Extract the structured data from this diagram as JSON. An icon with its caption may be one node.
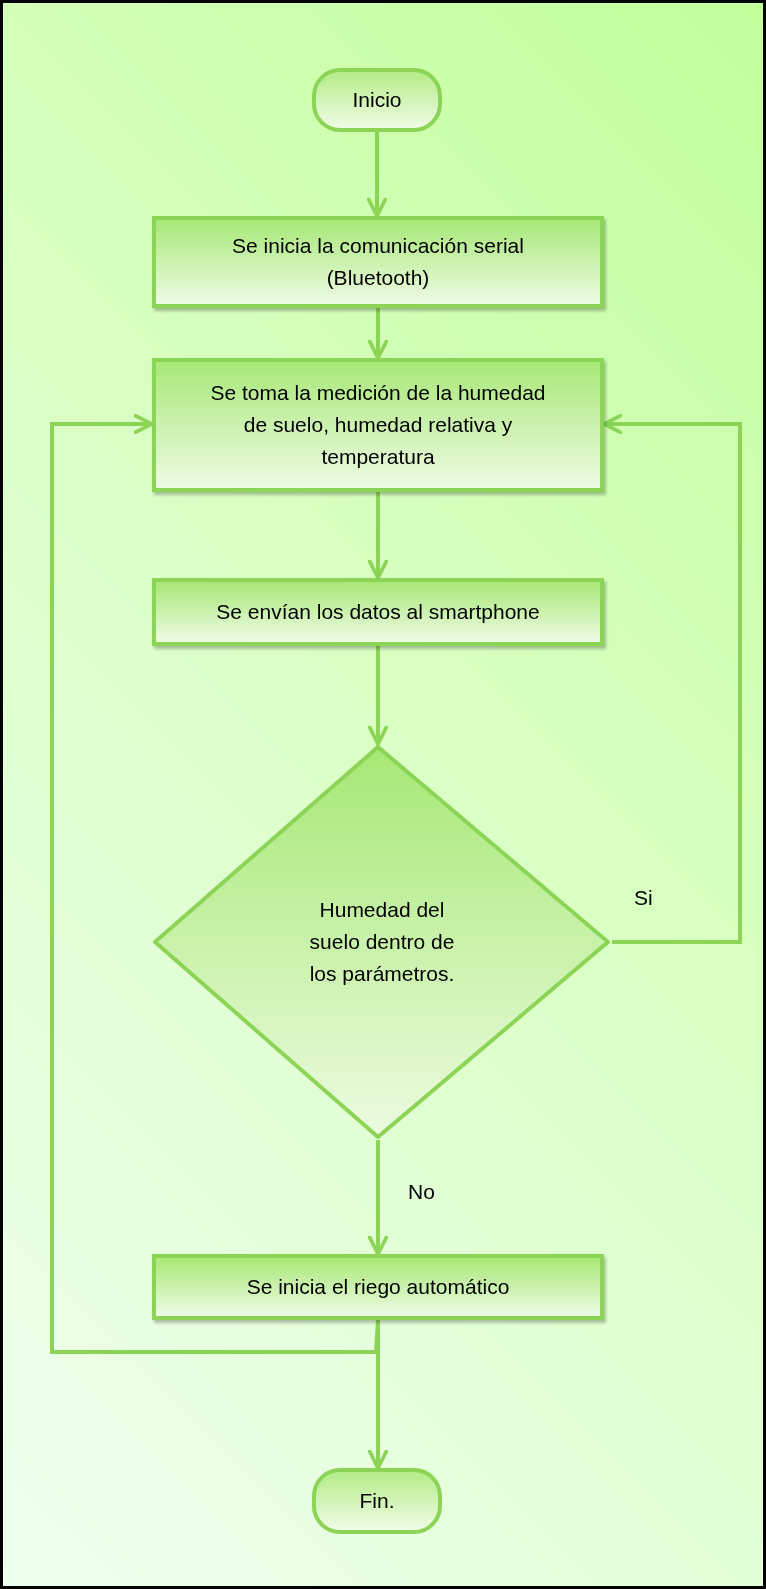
{
  "diagram": {
    "nodes": [
      {
        "text": [
          "Inicio"
        ]
      },
      {
        "text": [
          "Se inicia la comunicación serial (Bluetooth)"
        ]
      },
      {
        "text": [
          "Se toma la medición de la humedad de suelo, humedad relativa y temperatura"
        ]
      },
      {
        "text": [
          "Se envían los datos al smartphone"
        ]
      },
      {
        "text": [
          "Humedad del suelo dentro de los parámetros."
        ]
      },
      {
        "text": [
          "Se inicia el riego automático"
        ]
      },
      {
        "text": [
          "Fin."
        ]
      }
    ],
    "edges": [
      {
        "from": 0,
        "to": 1,
        "arrow": "to"
      },
      {
        "from": 1,
        "to": 2,
        "arrow": "to"
      },
      {
        "from": 2,
        "to": 3,
        "arrow": "to"
      },
      {
        "from": 3,
        "to": 4,
        "arrow": "to"
      },
      {
        "from": 4,
        "to": 5,
        "arrow": "to",
        "label": "No"
      },
      {
        "from": 4,
        "to": 2,
        "arrow": "to",
        "label": "Si"
      },
      {
        "from": 5,
        "to": 2,
        "arrow": "to"
      },
      {
        "from": 5,
        "to": 6,
        "arrow": "to"
      }
    ]
  }
}
